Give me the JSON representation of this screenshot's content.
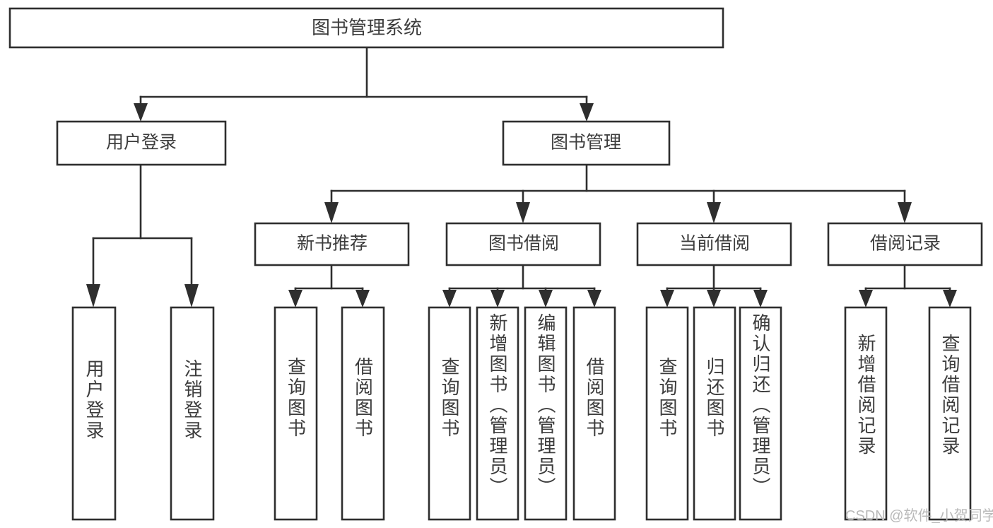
{
  "diagram": {
    "title": "图书管理系统",
    "watermark": "CSDN @软件_小贺同学",
    "colors": {
      "stroke": "#2e2e2e",
      "text": "#3c3c3c",
      "background": "#ffffff",
      "watermark": "#b9b9b9"
    },
    "root": {
      "label": "图书管理系统"
    },
    "level1": [
      {
        "label": "用户登录"
      },
      {
        "label": "图书管理"
      }
    ],
    "level2": [
      {
        "label": "新书推荐"
      },
      {
        "label": "图书借阅"
      },
      {
        "label": "当前借阅"
      },
      {
        "label": "借阅记录"
      }
    ],
    "leaves": {
      "user_login": [
        {
          "label": "用户登录"
        },
        {
          "label": "注销登录"
        }
      ],
      "new_book_recommend": [
        {
          "label": "查询图书"
        },
        {
          "label": "借阅图书"
        }
      ],
      "book_borrow": [
        {
          "label": "查询图书"
        },
        {
          "label": "新增图书（管理员）"
        },
        {
          "label": "编辑图书（管理员）"
        },
        {
          "label": "借阅图书"
        }
      ],
      "current_borrow": [
        {
          "label": "查询图书"
        },
        {
          "label": "归还图书"
        },
        {
          "label": "确认归还（管理员）"
        }
      ],
      "borrow_records": [
        {
          "label": "新增借阅记录"
        },
        {
          "label": "查询借阅记录"
        }
      ]
    }
  }
}
